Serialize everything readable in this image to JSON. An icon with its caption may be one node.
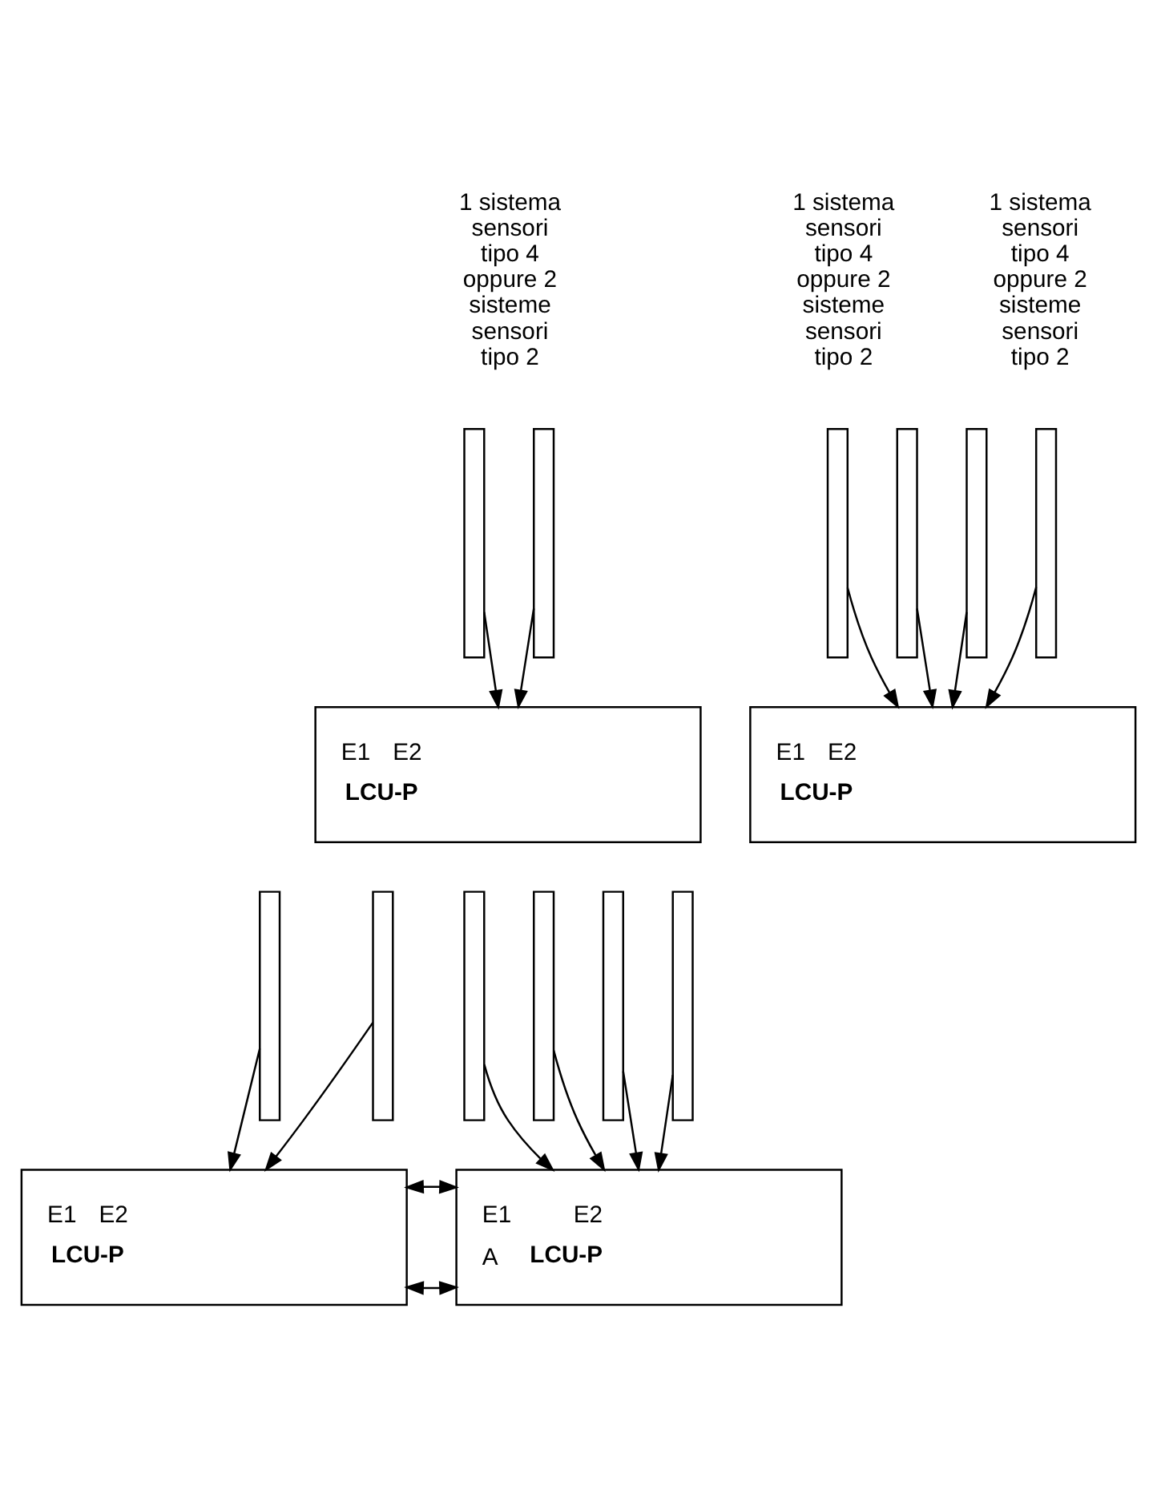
{
  "diagram": {
    "nodes": [
      {
        "text": [],
        "shape": "bar"
      },
      {
        "text": [],
        "shape": "bar"
      },
      {
        "text": [],
        "shape": "bar"
      },
      {
        "text": [],
        "shape": "bar"
      },
      {
        "text": [],
        "shape": "bar"
      },
      {
        "text": [],
        "shape": "bar"
      },
      {
        "text": [
          "E1",
          "E2",
          "LCU-P"
        ]
      },
      {
        "text": [
          "E1",
          "E2",
          "LCU-P"
        ]
      },
      {
        "text": [],
        "shape": "bar"
      },
      {
        "text": [],
        "shape": "bar"
      },
      {
        "text": [],
        "shape": "bar"
      },
      {
        "text": [],
        "shape": "bar"
      },
      {
        "text": [],
        "shape": "bar"
      },
      {
        "text": [],
        "shape": "bar"
      },
      {
        "text": [
          "E1",
          "E2",
          "LCU-P"
        ]
      },
      {
        "text": [
          "E1",
          "E2",
          "A",
          "LCU-P"
        ]
      }
    ],
    "edges": [
      {
        "from": 0,
        "to": 6,
        "arrow": "to"
      },
      {
        "from": 1,
        "to": 6,
        "arrow": "to"
      },
      {
        "from": 2,
        "to": 7,
        "arrow": "to"
      },
      {
        "from": 3,
        "to": 7,
        "arrow": "to"
      },
      {
        "from": 4,
        "to": 7,
        "arrow": "to"
      },
      {
        "from": 5,
        "to": 7,
        "arrow": "to"
      },
      {
        "from": 8,
        "to": 14,
        "arrow": "to"
      },
      {
        "from": 9,
        "to": 14,
        "arrow": "to"
      },
      {
        "from": 10,
        "to": 15,
        "arrow": "to"
      },
      {
        "from": 11,
        "to": 15,
        "arrow": "to"
      },
      {
        "from": 12,
        "to": 15,
        "arrow": "to"
      },
      {
        "from": 13,
        "to": 15,
        "arrow": "to"
      },
      {
        "from": 15,
        "to": 14,
        "arrow": "both"
      },
      {
        "from": 15,
        "to": 14,
        "arrow": "both"
      }
    ],
    "labels": [
      "1 sistema sensori tipo 4 oppure 2 sisteme sensori tipo 2",
      "1 sistema sensori tipo 4 oppure 2 sisteme sensori tipo 2",
      "1 sistema sensori tipo 4 oppure 2 sisteme sensori tipo 2"
    ]
  }
}
